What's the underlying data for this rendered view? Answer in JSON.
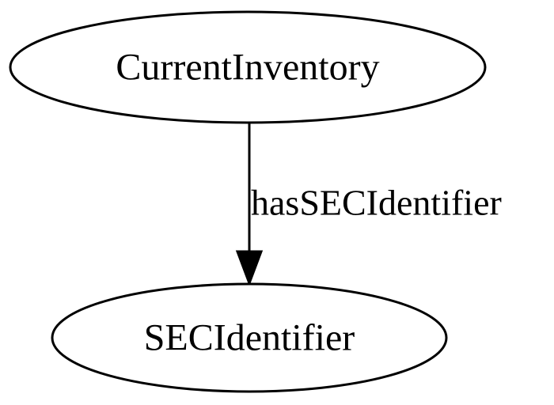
{
  "nodes": {
    "source": {
      "label": "CurrentInventory"
    },
    "target": {
      "label": "SECIdentifier"
    }
  },
  "edge": {
    "label": "hasSECIdentifier"
  }
}
